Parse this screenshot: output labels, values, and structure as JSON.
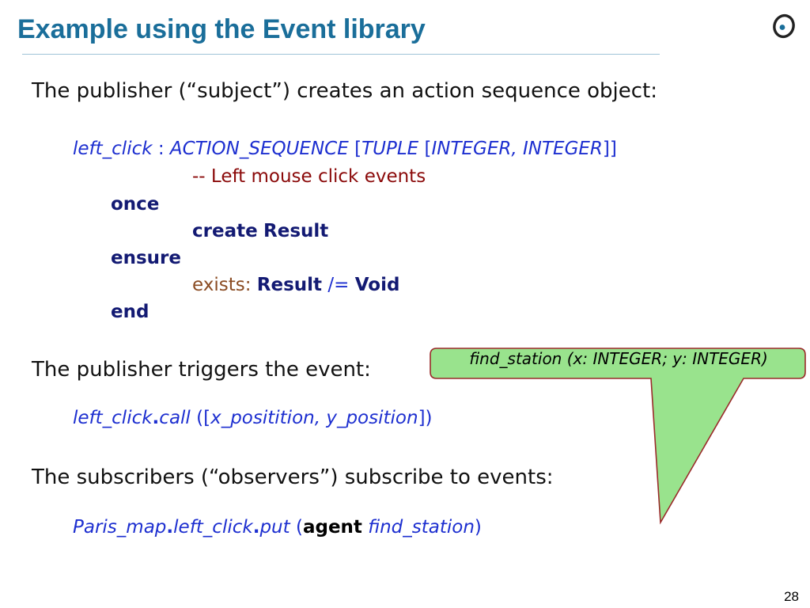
{
  "slide": {
    "title": "Example using the Event library",
    "page_number": "28"
  },
  "section1": {
    "intro": "The publisher (“subject”) creates an action sequence object:",
    "decl_name": "left_click",
    "decl_colon": " : ",
    "decl_type": "ACTION_SEQUENCE",
    "decl_open": " [",
    "decl_tuple": "TUPLE",
    "decl_open2": " [",
    "decl_int1": "INTEGER",
    "decl_comma": ", ",
    "decl_int2": "INTEGER",
    "decl_close": "]]",
    "comment": "-- Left mouse click events",
    "kw_once": "once",
    "kw_create": "create",
    "kw_result1": "Result",
    "kw_ensure": "ensure",
    "exists_label": "exists:",
    "kw_result2": "Result",
    "neq_op": "/=",
    "kw_void": "Void",
    "kw_end": "end"
  },
  "section2": {
    "intro": "The publisher triggers the event:",
    "call_obj": "left_click",
    "call_dot": ".",
    "call_feature": "call",
    "call_open": " ([",
    "call_arg1": "x_positition",
    "call_comma": ", ",
    "call_arg2": "y_position",
    "call_close": "])"
  },
  "section3": {
    "intro": "The subscribers (“observers”) subscribe to events:",
    "obj": "Paris_map",
    "dot1": ".",
    "feature1": "left_click",
    "dot2": ".",
    "feature2": "put",
    "open": " (",
    "kw_agent": "agent",
    "space": " ",
    "target": "find_station",
    "close": ")"
  },
  "callout": {
    "text": "find_station (x: INTEGER; y: INTEGER)",
    "fill_color": "#99e38d",
    "border_color": "#9a2a2a"
  },
  "colors": {
    "title": "#1a6e9a",
    "identifier": "#1d2fd0",
    "keyword": "#131a73",
    "comment": "#8b0a0a",
    "exists": "#8a4b22"
  }
}
